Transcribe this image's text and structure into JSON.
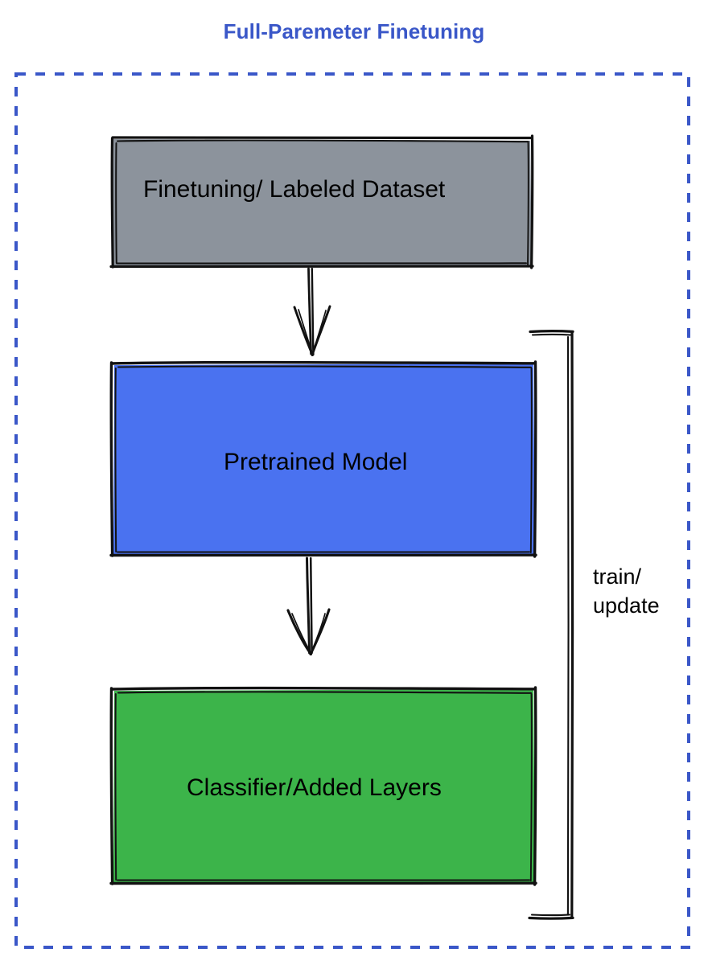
{
  "diagram": {
    "title": "Full-Paremeter Finetuning",
    "title_color": "#3a57c8",
    "background_color": "#ffffff",
    "frame": {
      "style": "dashed",
      "color": "#3a57c8",
      "stroke_width": 4,
      "dash": "12 12"
    },
    "nodes": [
      {
        "id": "dataset",
        "label": "Finetuning/ Labeled Dataset",
        "fill_color": "#8c939c",
        "stroke_color": "#111111",
        "text_color": "#000000",
        "shape": "rectangle-sketch"
      },
      {
        "id": "model",
        "label": "Pretrained Model",
        "fill_color": "#4a72f0",
        "stroke_color": "#111111",
        "text_color": "#000000",
        "shape": "rectangle-sketch"
      },
      {
        "id": "classifier",
        "label": "Classifier/Added Layers",
        "fill_color": "#3cb44a",
        "stroke_color": "#111111",
        "text_color": "#000000",
        "shape": "rectangle-sketch"
      }
    ],
    "edges": [
      {
        "id": "dataset-to-model",
        "from": "dataset",
        "to": "model",
        "label": "",
        "style": "arrow-down-sketch"
      },
      {
        "id": "model-to-classifier",
        "from": "model",
        "to": "classifier",
        "label": "",
        "style": "arrow-down-sketch"
      },
      {
        "id": "classifier-to-model-feedback",
        "from": "classifier",
        "to": "model",
        "label_line_1": "train/",
        "label_line_2": "update",
        "style": "bracket-right-sketch"
      }
    ]
  }
}
